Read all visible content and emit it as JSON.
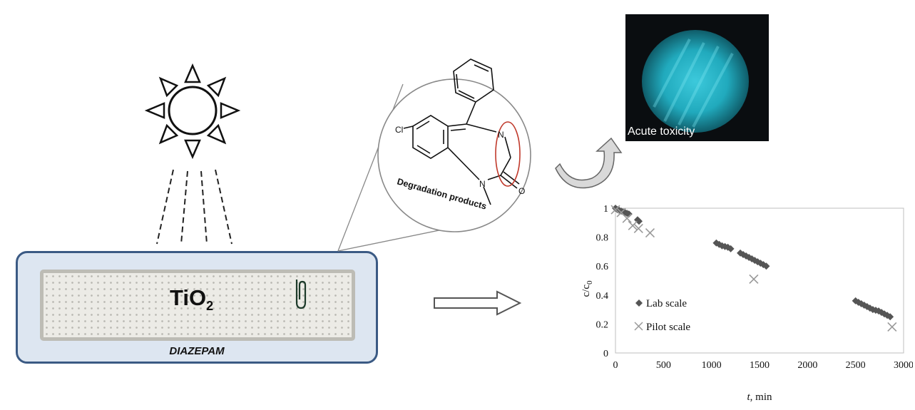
{
  "tio2_panel": {
    "catalyst_main": "TiO",
    "catalyst_sub": "2",
    "compound_label": "DIAZEPAM"
  },
  "molecule": {
    "chlorine_label": "Cl",
    "nitrogen_top": "N",
    "nitrogen_bottom": "N",
    "oxygen_label": "O",
    "caption": "Degradation products",
    "highlight_color": "#c0392b"
  },
  "toxicity": {
    "label": "Acute toxicity",
    "glow_color": "#23b4c8"
  },
  "chart_data": {
    "type": "scatter",
    "xlabel_italic": "t",
    "xlabel_rest": ", min",
    "ylabel_main": "c/c",
    "ylabel_sub": "0",
    "xlim": [
      0,
      3000
    ],
    "ylim": [
      0,
      1
    ],
    "xticks": [
      "0",
      "500",
      "1000",
      "1500",
      "2000",
      "2500",
      "3000"
    ],
    "yticks": [
      "0",
      "0.2",
      "0.4",
      "0.6",
      "0.8",
      "1"
    ],
    "grid": false,
    "legend_position": "lower-left",
    "series": [
      {
        "name": "Lab scale",
        "marker": "diamond",
        "color": "#555555",
        "points": [
          [
            0,
            1.0
          ],
          [
            20,
            0.99
          ],
          [
            40,
            0.985
          ],
          [
            60,
            0.98
          ],
          [
            80,
            0.975
          ],
          [
            100,
            0.97
          ],
          [
            120,
            0.965
          ],
          [
            140,
            0.96
          ],
          [
            230,
            0.92
          ],
          [
            245,
            0.91
          ],
          [
            1050,
            0.76
          ],
          [
            1080,
            0.75
          ],
          [
            1110,
            0.74
          ],
          [
            1140,
            0.735
          ],
          [
            1170,
            0.73
          ],
          [
            1200,
            0.72
          ],
          [
            1300,
            0.69
          ],
          [
            1330,
            0.68
          ],
          [
            1360,
            0.67
          ],
          [
            1390,
            0.66
          ],
          [
            1420,
            0.65
          ],
          [
            1450,
            0.64
          ],
          [
            1480,
            0.63
          ],
          [
            1510,
            0.62
          ],
          [
            1540,
            0.61
          ],
          [
            1570,
            0.6
          ],
          [
            2500,
            0.36
          ],
          [
            2530,
            0.35
          ],
          [
            2560,
            0.34
          ],
          [
            2590,
            0.33
          ],
          [
            2620,
            0.32
          ],
          [
            2650,
            0.31
          ],
          [
            2680,
            0.3
          ],
          [
            2710,
            0.295
          ],
          [
            2740,
            0.29
          ],
          [
            2770,
            0.28
          ],
          [
            2800,
            0.27
          ],
          [
            2830,
            0.26
          ],
          [
            2860,
            0.25
          ]
        ]
      },
      {
        "name": "Pilot scale",
        "marker": "cross",
        "color": "#999999",
        "points": [
          [
            0,
            0.99
          ],
          [
            60,
            0.97
          ],
          [
            120,
            0.93
          ],
          [
            180,
            0.88
          ],
          [
            240,
            0.86
          ],
          [
            360,
            0.83
          ],
          [
            1440,
            0.51
          ],
          [
            2880,
            0.18
          ]
        ]
      }
    ]
  }
}
